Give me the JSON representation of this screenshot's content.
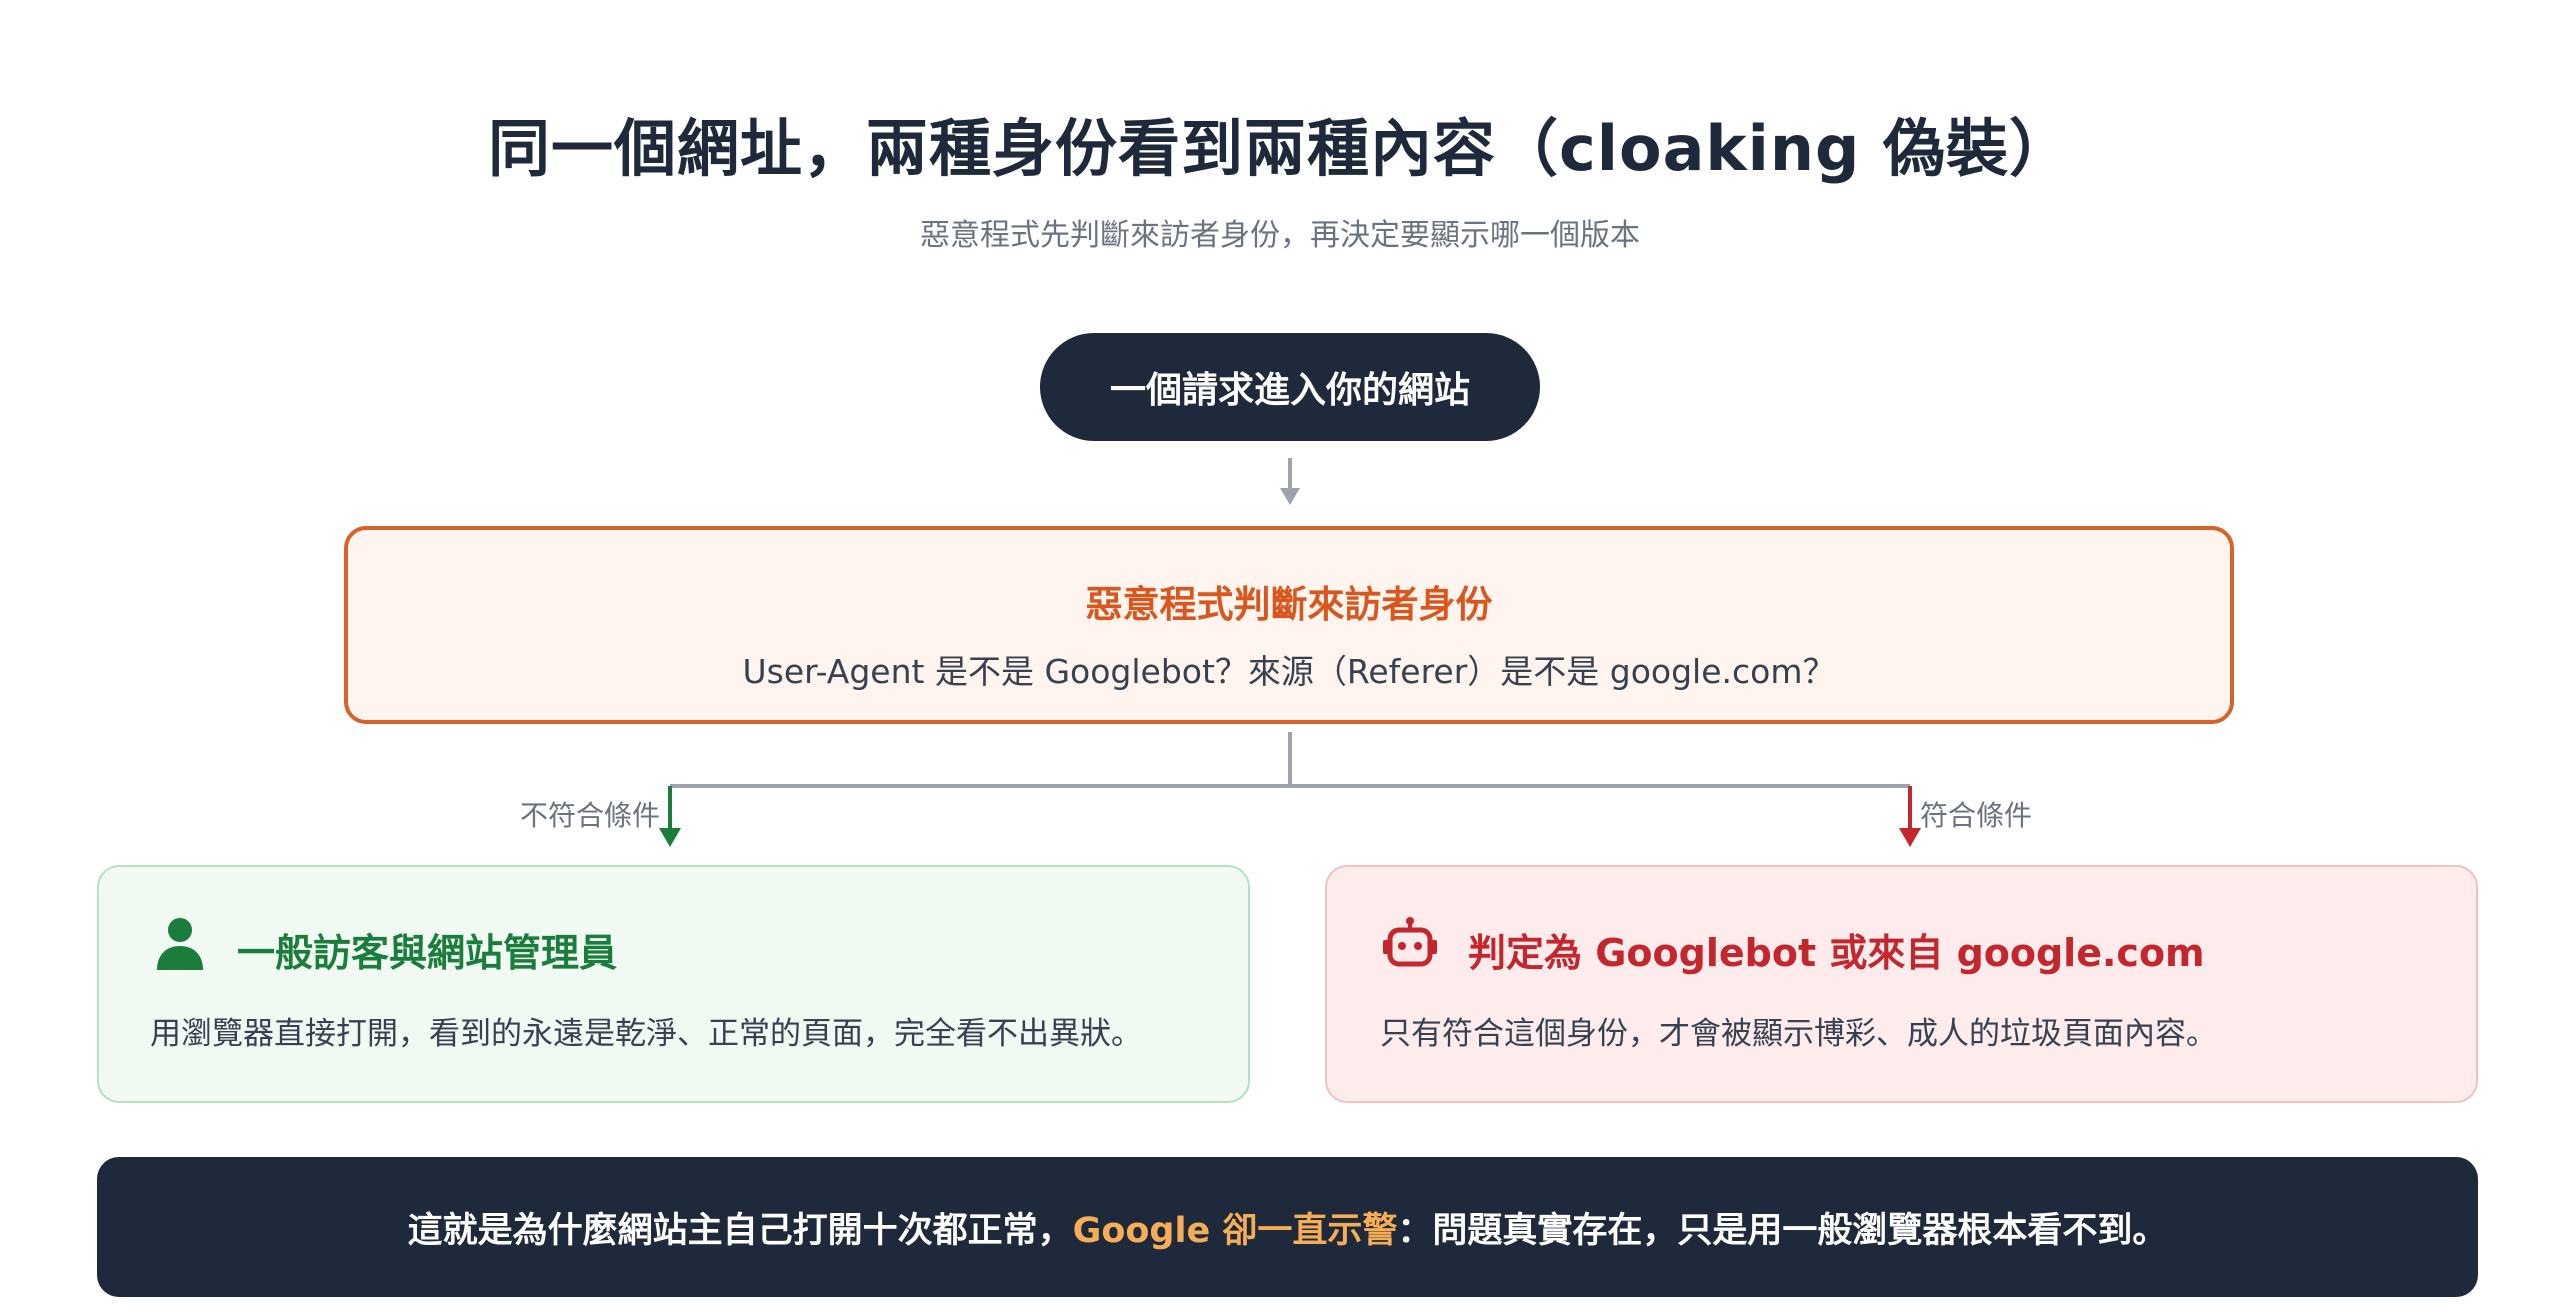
{
  "title": "同一個網址，兩種身份看到兩種內容（cloaking 偽裝）",
  "subtitle": "惡意程式先判斷來訪者身份，再決定要顯示哪一個版本",
  "request_node": "一個請求進入你的網站",
  "check_node": {
    "title": "惡意程式判斷來訪者身份",
    "question": "User-Agent 是不是 Googlebot？來源（Referer）是不是 google.com？"
  },
  "branches": {
    "not_match_label": "不符合條件",
    "match_label": "符合條件"
  },
  "visitor_box": {
    "icon": "person-icon",
    "title": "一般訪客與網站管理員",
    "description": "用瀏覽器直接打開，看到的永遠是乾淨、正常的頁面，完全看不出異狀。"
  },
  "bot_box": {
    "icon": "robot-icon",
    "title": "判定為 Googlebot 或來自 google.com",
    "description": "只有符合這個身份，才會被顯示博彩、成人的垃圾頁面內容。"
  },
  "summary": {
    "before": "這就是為什麼網站主自己打開十次都正常，",
    "highlight": "Google 卻一直示警",
    "after": "：問題真實存在，只是用一般瀏覽器根本看不到。"
  },
  "colors": {
    "dark": "#1e293b",
    "orange": "#d9622b",
    "green": "#1b7d3b",
    "red": "#c4262e",
    "highlight": "#f6ad55",
    "connector_gray": "#9ca3af"
  }
}
